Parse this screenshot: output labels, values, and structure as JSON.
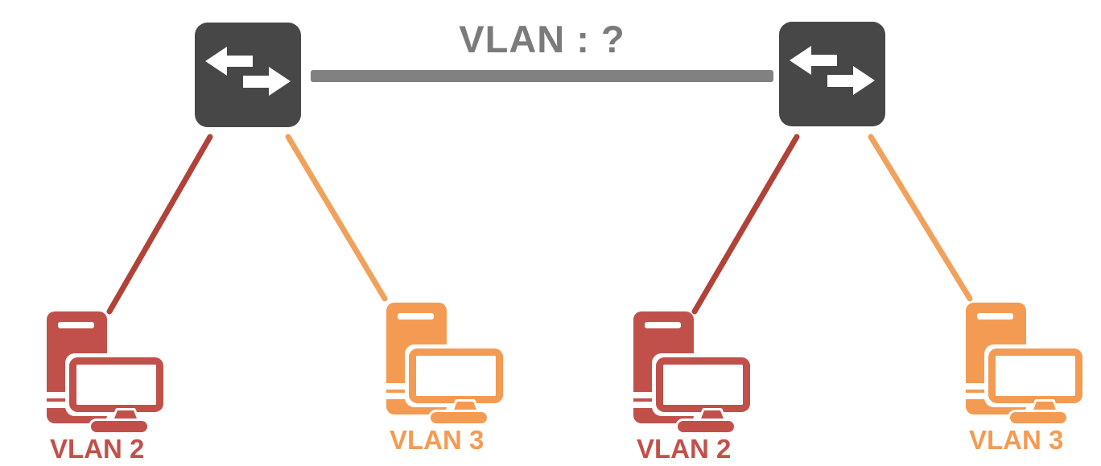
{
  "diagram": {
    "trunk": {
      "label": "VLAN : ?"
    },
    "switches": [
      {
        "id": "switch-left"
      },
      {
        "id": "switch-right"
      }
    ],
    "hosts": [
      {
        "label": "VLAN 2",
        "side": "left",
        "color": "#C1504A",
        "line_color": "#B04338"
      },
      {
        "label": "VLAN 3",
        "side": "left",
        "color": "#F49B53",
        "line_color": "#F0A25C"
      },
      {
        "label": "VLAN 2",
        "side": "right",
        "color": "#C1504A",
        "line_color": "#B04338"
      },
      {
        "label": "VLAN 3",
        "side": "right",
        "color": "#F49B53",
        "line_color": "#F0A25C"
      }
    ],
    "colors": {
      "switch_body": "#474747",
      "switch_arrows": "#FFFFFF",
      "trunk_line": "#818181",
      "trunk_label": "#7B7B7B",
      "background": "#FFFFFF"
    }
  }
}
